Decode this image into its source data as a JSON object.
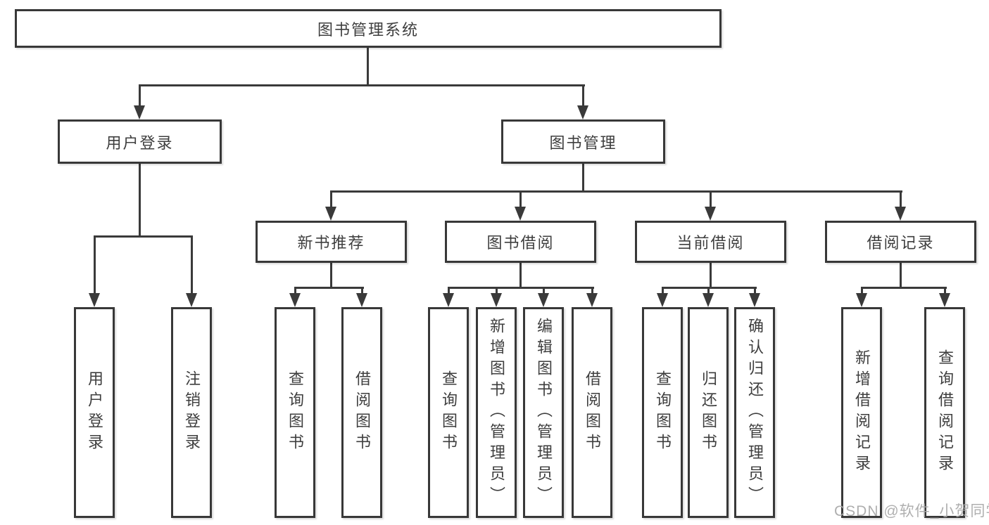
{
  "diagram": {
    "nodes": {
      "root": "图书管理系统",
      "user_login": "用户登录",
      "book_management": "图书管理",
      "new_book_recommend": "新书推荐",
      "book_borrow": "图书借阅",
      "current_borrow": "当前借阅",
      "borrow_records": "借阅记录"
    },
    "leaves": {
      "user_login": [
        "用户登录",
        "注销登录"
      ],
      "new_book_recommend": [
        "查询图书",
        "借阅图书"
      ],
      "book_borrow": [
        "查询图书",
        "新增图书（管理员）",
        "编辑图书（管理员）",
        "借阅图书"
      ],
      "current_borrow": [
        "查询图书",
        "归还图书",
        "确认归还（管理员）"
      ],
      "borrow_records": [
        "新增借阅记录",
        "查询借阅记录"
      ]
    },
    "watermark": "CSDN @软件_小贺同学",
    "colors": {
      "line": "#3a3a3a",
      "text": "#3e3e3e",
      "watermark": "#a8a8a8",
      "background": "#ffffff"
    }
  }
}
